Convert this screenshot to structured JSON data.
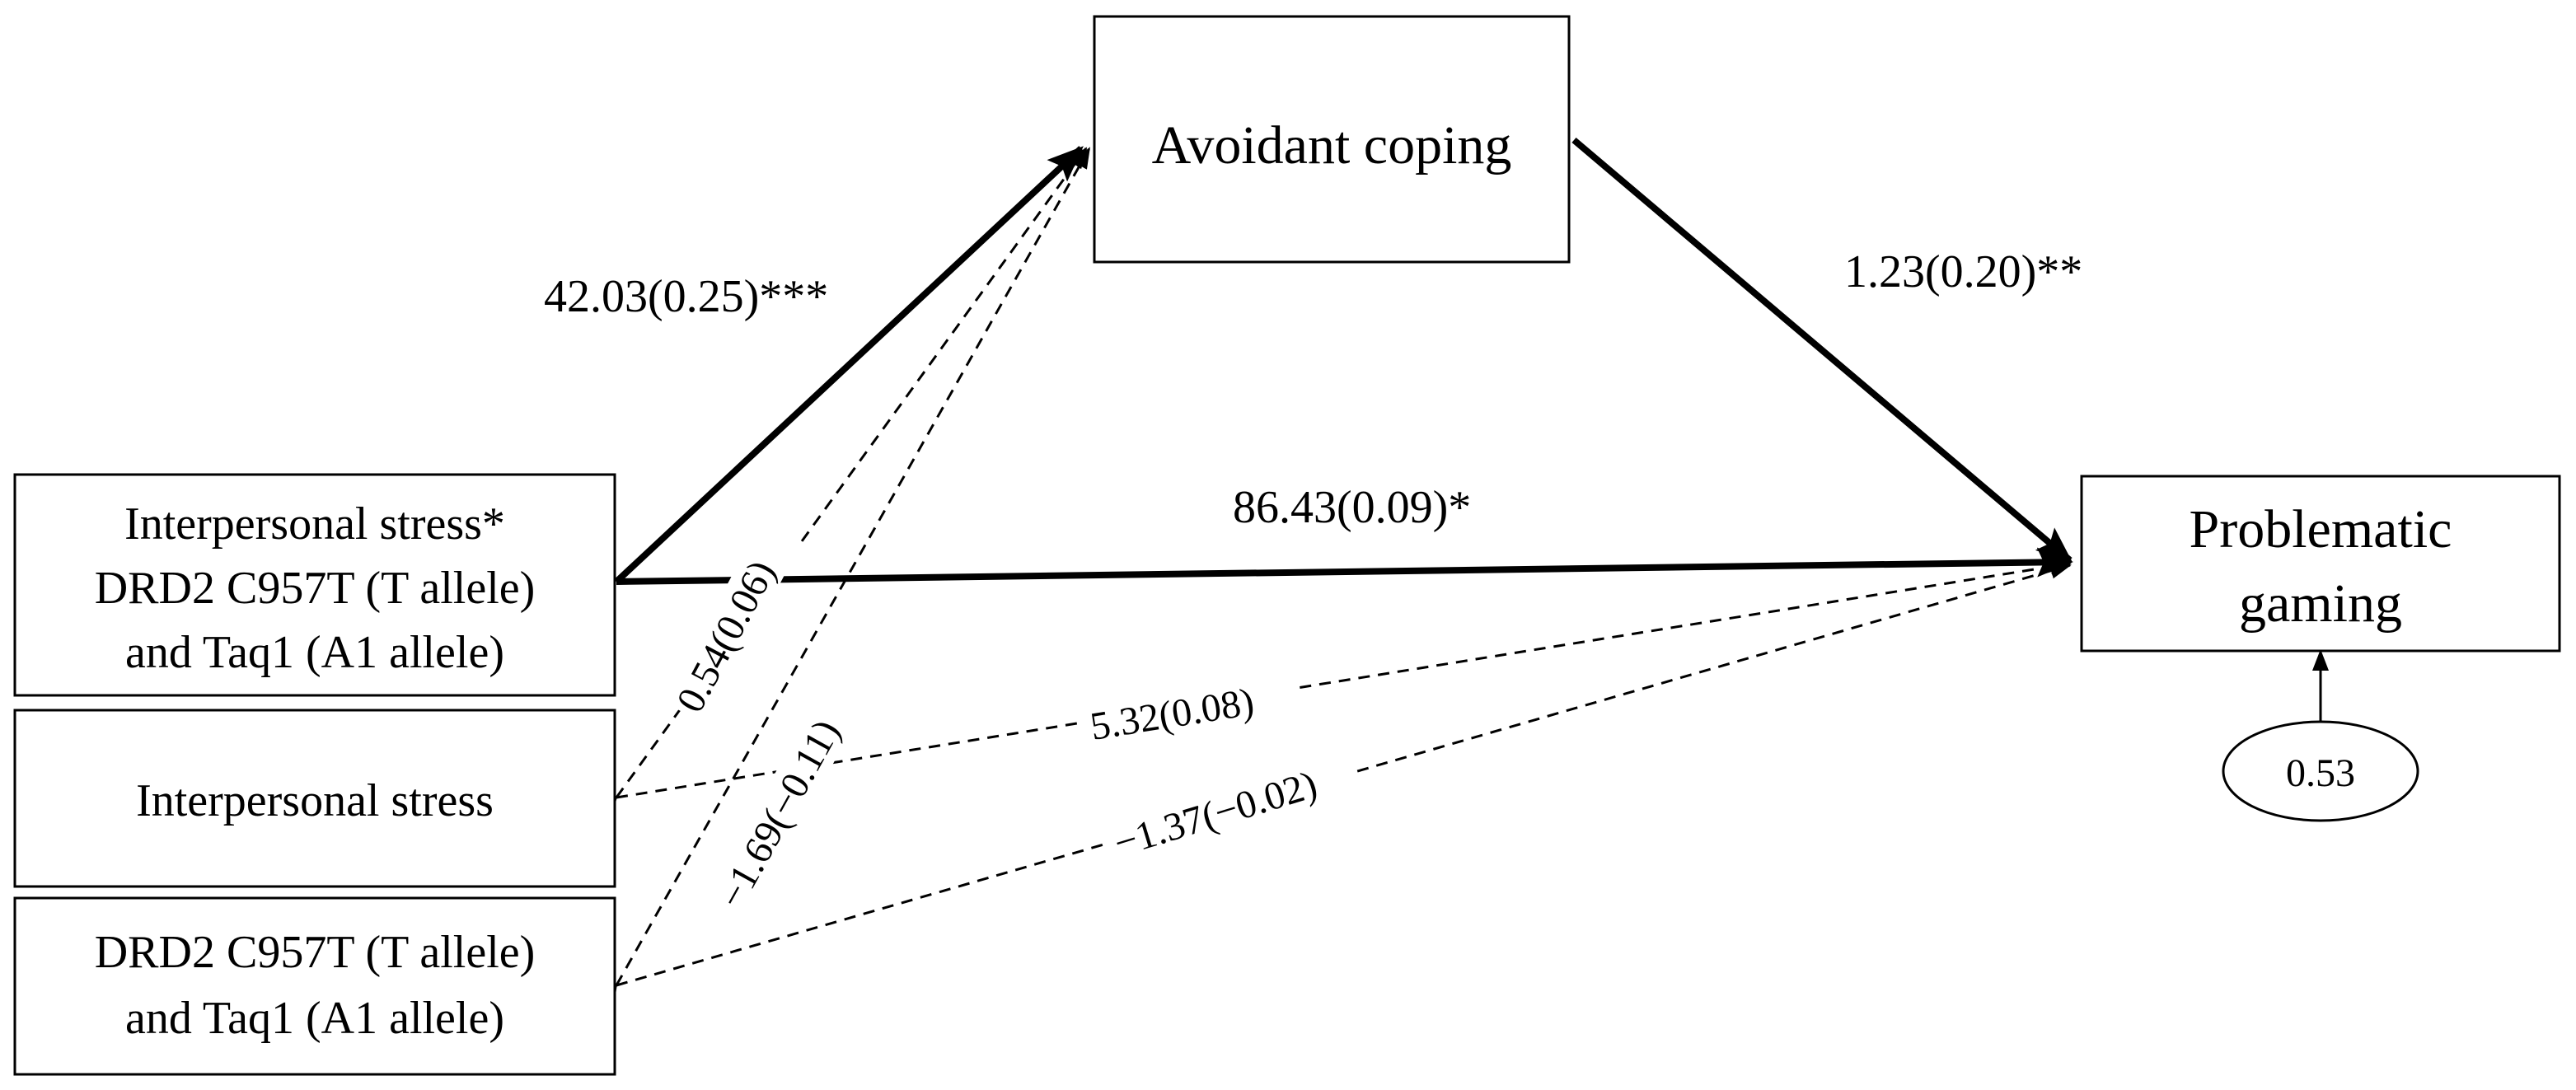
{
  "nodes": {
    "avoidant": "Avoidant coping",
    "gaming_line1": "Problematic",
    "gaming_line2": "gaming",
    "interaction_line1": "Interpersonal stress*",
    "interaction_line2": "DRD2 C957T (T allele)",
    "interaction_line3": "and Taq1 (A1 allele)",
    "stress": "Interpersonal stress",
    "gene_line1": "DRD2 C957T (T allele)",
    "gene_line2": "and Taq1 (A1 allele)",
    "residual": "0.53"
  },
  "edges": {
    "interaction_to_avoidant": "42.03(0.25)***",
    "avoidant_to_gaming": "1.23(0.20)**",
    "interaction_to_gaming": "86.43(0.09)*",
    "stress_to_avoidant": "0.54(0.06)",
    "gene_to_avoidant": "−1.69(−0.11)",
    "stress_to_gaming": "5.32(0.08)",
    "gene_to_gaming": "−1.37(−0.02)"
  }
}
